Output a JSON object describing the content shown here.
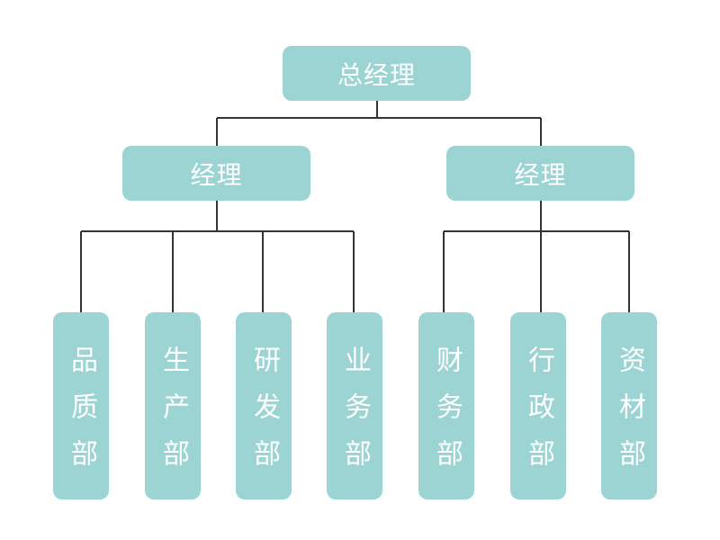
{
  "colors": {
    "node_fill": "#9cd3d3",
    "node_text": "#ffffff",
    "connector": "#333333",
    "background": "#ffffff"
  },
  "root": {
    "label": "总经理"
  },
  "managers": [
    {
      "label": "经理"
    },
    {
      "label": "经理"
    }
  ],
  "departments": [
    {
      "label": "品质部"
    },
    {
      "label": "生产部"
    },
    {
      "label": "研发部"
    },
    {
      "label": "业务部"
    },
    {
      "label": "财务部"
    },
    {
      "label": "行政部"
    },
    {
      "label": "资材部"
    }
  ]
}
